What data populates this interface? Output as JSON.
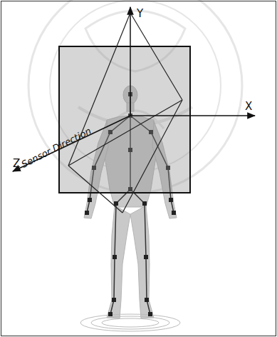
{
  "diagram": {
    "labels": [
      "Y",
      "X",
      "Z",
      "Sensor Direction"
    ]
  }
}
